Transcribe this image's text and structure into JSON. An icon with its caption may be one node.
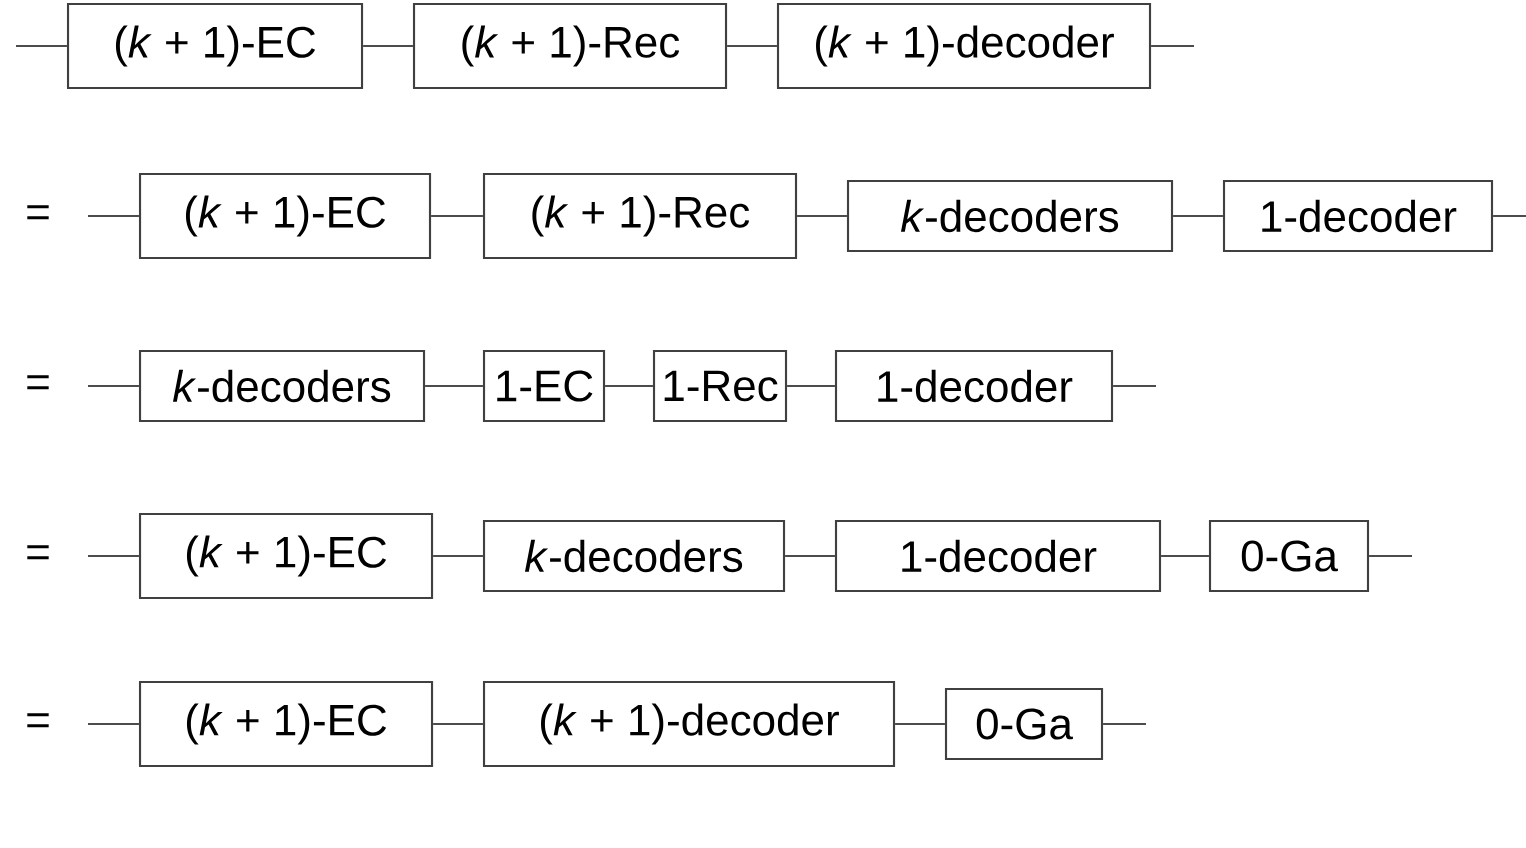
{
  "diagram": {
    "nodes": [
      {
        "text": [
          "(*k* + 1)-EC"
        ]
      },
      {
        "text": [
          "(*k* + 1)-Rec"
        ]
      },
      {
        "text": [
          "(*k* + 1)-decoder"
        ]
      },
      {
        "text": [
          "(*k* + 1)-EC"
        ]
      },
      {
        "text": [
          "(*k* + 1)-Rec"
        ]
      },
      {
        "text": [
          "*k*-decoders"
        ]
      },
      {
        "text": [
          "1-decoder"
        ]
      },
      {
        "text": [
          "*k*-decoders"
        ]
      },
      {
        "text": [
          "1-EC"
        ]
      },
      {
        "text": [
          "1-Rec"
        ]
      },
      {
        "text": [
          "1-decoder"
        ]
      },
      {
        "text": [
          "(*k* + 1)-EC"
        ]
      },
      {
        "text": [
          "*k*-decoders"
        ]
      },
      {
        "text": [
          "1-decoder"
        ]
      },
      {
        "text": [
          "0-Ga"
        ]
      },
      {
        "text": [
          "(*k* + 1)-EC"
        ]
      },
      {
        "text": [
          "(*k* + 1)-decoder"
        ]
      },
      {
        "text": [
          "0-Ga"
        ]
      }
    ],
    "edges": [
      {
        "from": null,
        "to": 0,
        "arrow": "none"
      },
      {
        "from": 0,
        "to": 1,
        "arrow": "none"
      },
      {
        "from": 1,
        "to": 2,
        "arrow": "none"
      },
      {
        "from": 2,
        "to": null,
        "arrow": "none"
      },
      {
        "from": null,
        "to": 3,
        "arrow": "none"
      },
      {
        "from": 3,
        "to": 4,
        "arrow": "none"
      },
      {
        "from": 4,
        "to": 5,
        "arrow": "none"
      },
      {
        "from": 5,
        "to": 6,
        "arrow": "none"
      },
      {
        "from": 6,
        "to": null,
        "arrow": "none"
      },
      {
        "from": null,
        "to": 7,
        "arrow": "none"
      },
      {
        "from": 7,
        "to": 8,
        "arrow": "none"
      },
      {
        "from": 8,
        "to": 9,
        "arrow": "none"
      },
      {
        "from": 9,
        "to": 10,
        "arrow": "none"
      },
      {
        "from": 10,
        "to": null,
        "arrow": "none"
      },
      {
        "from": null,
        "to": 11,
        "arrow": "none"
      },
      {
        "from": 11,
        "to": 12,
        "arrow": "none"
      },
      {
        "from": 12,
        "to": 13,
        "arrow": "none"
      },
      {
        "from": 13,
        "to": 14,
        "arrow": "none"
      },
      {
        "from": 14,
        "to": null,
        "arrow": "none"
      },
      {
        "from": null,
        "to": 15,
        "arrow": "none"
      },
      {
        "from": 15,
        "to": 16,
        "arrow": "none"
      },
      {
        "from": 16,
        "to": 17,
        "arrow": "none"
      },
      {
        "from": 17,
        "to": null,
        "arrow": "none"
      }
    ],
    "labels": [
      "=",
      "=",
      "=",
      "="
    ]
  }
}
